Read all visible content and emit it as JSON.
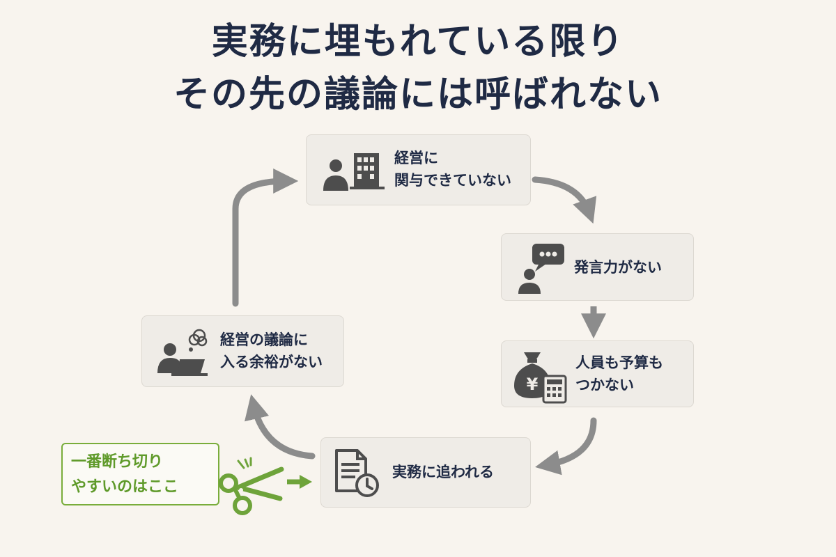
{
  "title": {
    "line1": "実務に埋もれている限り",
    "line2": "その先の議論には呼ばれない"
  },
  "cycle": {
    "management": {
      "line1": "経営に",
      "line2": "関与できていない",
      "icon": "person-building-icon"
    },
    "voice": {
      "line1": "発言力がない",
      "icon": "person-speech-bubble-icon"
    },
    "budget": {
      "line1": "人員も予算も",
      "line2": "つかない",
      "icon": "money-bag-calculator-icon"
    },
    "busy": {
      "line1": "実務に追われる",
      "icon": "document-clock-icon"
    },
    "room": {
      "line1": "経営の議論に",
      "line2": "入る余裕がない",
      "icon": "person-laptop-tangled-thought-icon"
    }
  },
  "callout": {
    "line1": "一番断ち切り",
    "line2": "やすいのはここ",
    "icon": "scissors-icon"
  },
  "colors": {
    "title": "#1f2a44",
    "box_bg": "#efece7",
    "box_border": "#dcd8d1",
    "arrow": "#8c8c8c",
    "icon": "#4d4d4d",
    "accent_green": "#6ea33a"
  }
}
